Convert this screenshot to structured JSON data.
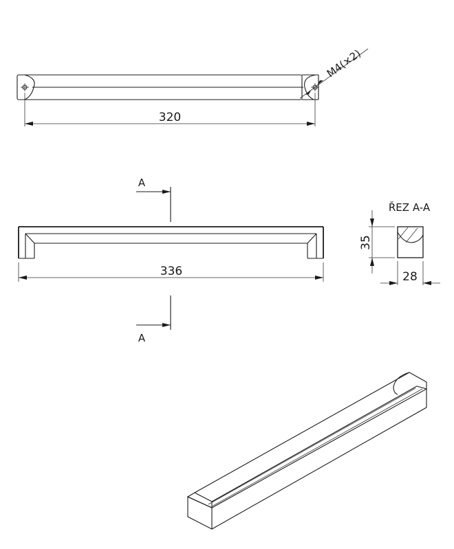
{
  "drawing": {
    "colors": {
      "line": "#1a1a1a",
      "background": "#ffffff"
    },
    "top_view": {
      "dimension_length": "320",
      "thread_callout": "M4(×2)"
    },
    "front_view": {
      "dimension_length": "336",
      "section_marker_top": "A",
      "section_marker_bottom": "A"
    },
    "section_view": {
      "title": "ŘEZ A-A",
      "dimension_height": "35",
      "dimension_width": "28"
    },
    "isometric_view": {
      "label": ""
    }
  }
}
